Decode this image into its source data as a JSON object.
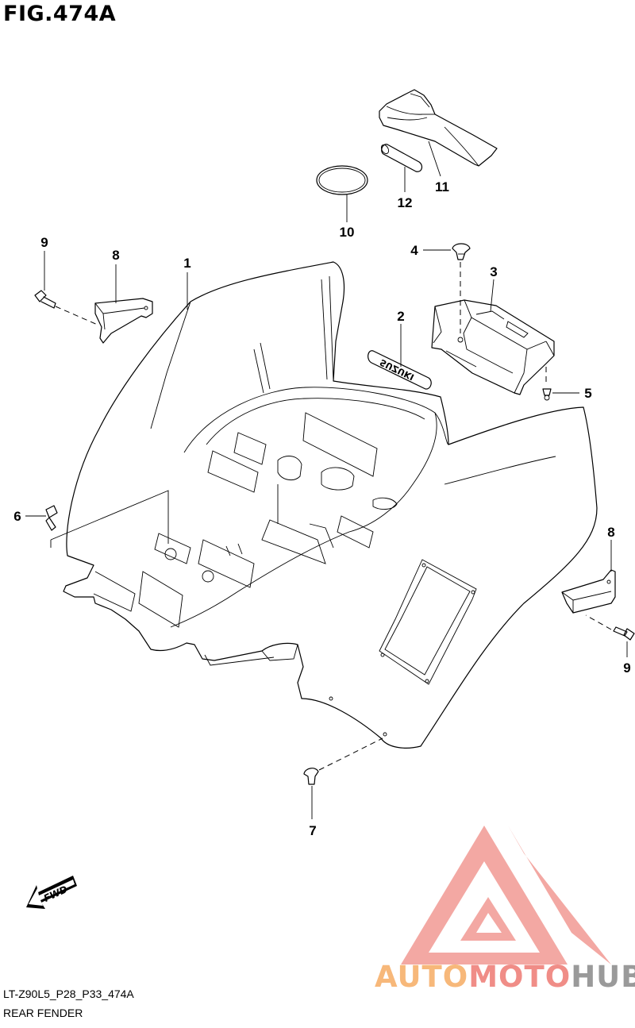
{
  "figure": {
    "title": "FIG.474A",
    "code": "LT-Z90L5_P28_P33_474A",
    "name": "REAR FENDER"
  },
  "callouts": [
    {
      "id": "c1",
      "label": "1"
    },
    {
      "id": "c2",
      "label": "2"
    },
    {
      "id": "c3",
      "label": "3"
    },
    {
      "id": "c4",
      "label": "4"
    },
    {
      "id": "c5",
      "label": "5"
    },
    {
      "id": "c6",
      "label": "6"
    },
    {
      "id": "c7",
      "label": "7"
    },
    {
      "id": "c8a",
      "label": "8"
    },
    {
      "id": "c8b",
      "label": "8"
    },
    {
      "id": "c9a",
      "label": "9"
    },
    {
      "id": "c9b",
      "label": "9"
    },
    {
      "id": "c10",
      "label": "10"
    },
    {
      "id": "c11",
      "label": "11"
    },
    {
      "id": "c12",
      "label": "12"
    }
  ],
  "decal_text": "SUZUKI",
  "fwd_label": "FWD",
  "watermark": {
    "part1": "AUTO",
    "part2": "MOTO",
    "part3": "HUB",
    "color1": "#f7b87a",
    "color2": "#f08d87",
    "color3": "#9a9a9a"
  }
}
